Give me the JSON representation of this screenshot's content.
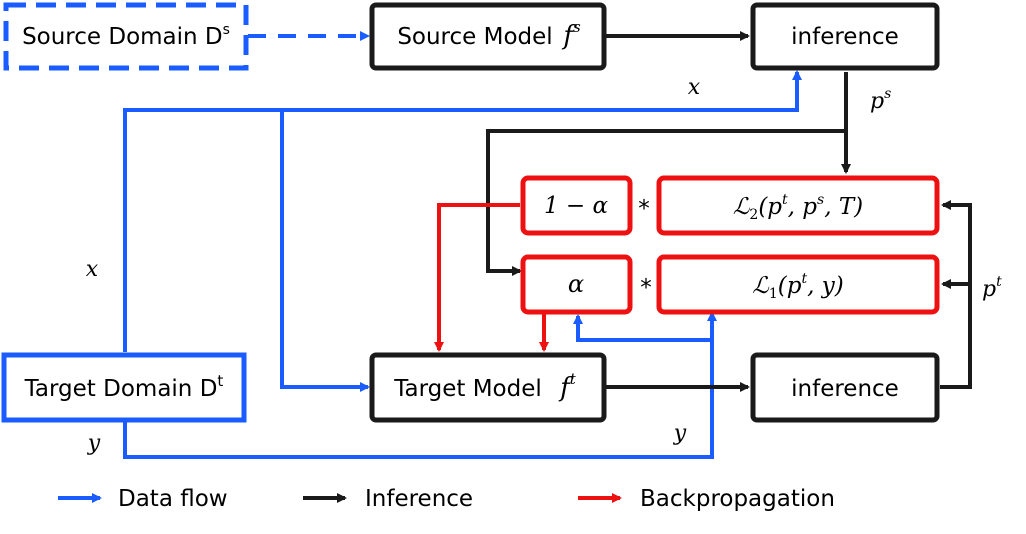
{
  "colors": {
    "data_flow": "#1a5cff",
    "inference": "#1a1a1a",
    "backprop": "#ee1111"
  },
  "boxes": {
    "source_domain": "Source Domain D",
    "source_domain_sup": "s",
    "source_model": "Source Model",
    "source_model_sym": "f",
    "source_model_sup": "s",
    "inference_top": "inference",
    "one_minus_alpha": "1 − α",
    "alpha": "α",
    "loss2": "ℒ",
    "loss2_sub": "2",
    "loss2_args": "(p",
    "loss2_args_sup": "t",
    "loss2_args_mid": ", p",
    "loss2_args_sup2": "s",
    "loss2_args_end": ", T)",
    "loss1": "ℒ",
    "loss1_sub": "1",
    "loss1_args": "(p",
    "loss1_args_sup": "t",
    "loss1_args_end": ", y)",
    "target_domain": "Target Domain D",
    "target_domain_sup": "t",
    "target_model": "Target Model",
    "target_model_sym": "f",
    "target_model_sup": "t",
    "inference_bottom": "inference"
  },
  "labels": {
    "x_top": "x",
    "x_left": "x",
    "y_left": "y",
    "y_bottom": "y",
    "ps": "p",
    "ps_sup": "s",
    "pt": "p",
    "pt_sup": "t",
    "times_top": "*",
    "times_bottom": "*"
  },
  "legend": [
    {
      "label": "Data flow",
      "color_key": "data_flow"
    },
    {
      "label": "Inference",
      "color_key": "inference"
    },
    {
      "label": "Backpropagation",
      "color_key": "backprop"
    }
  ]
}
